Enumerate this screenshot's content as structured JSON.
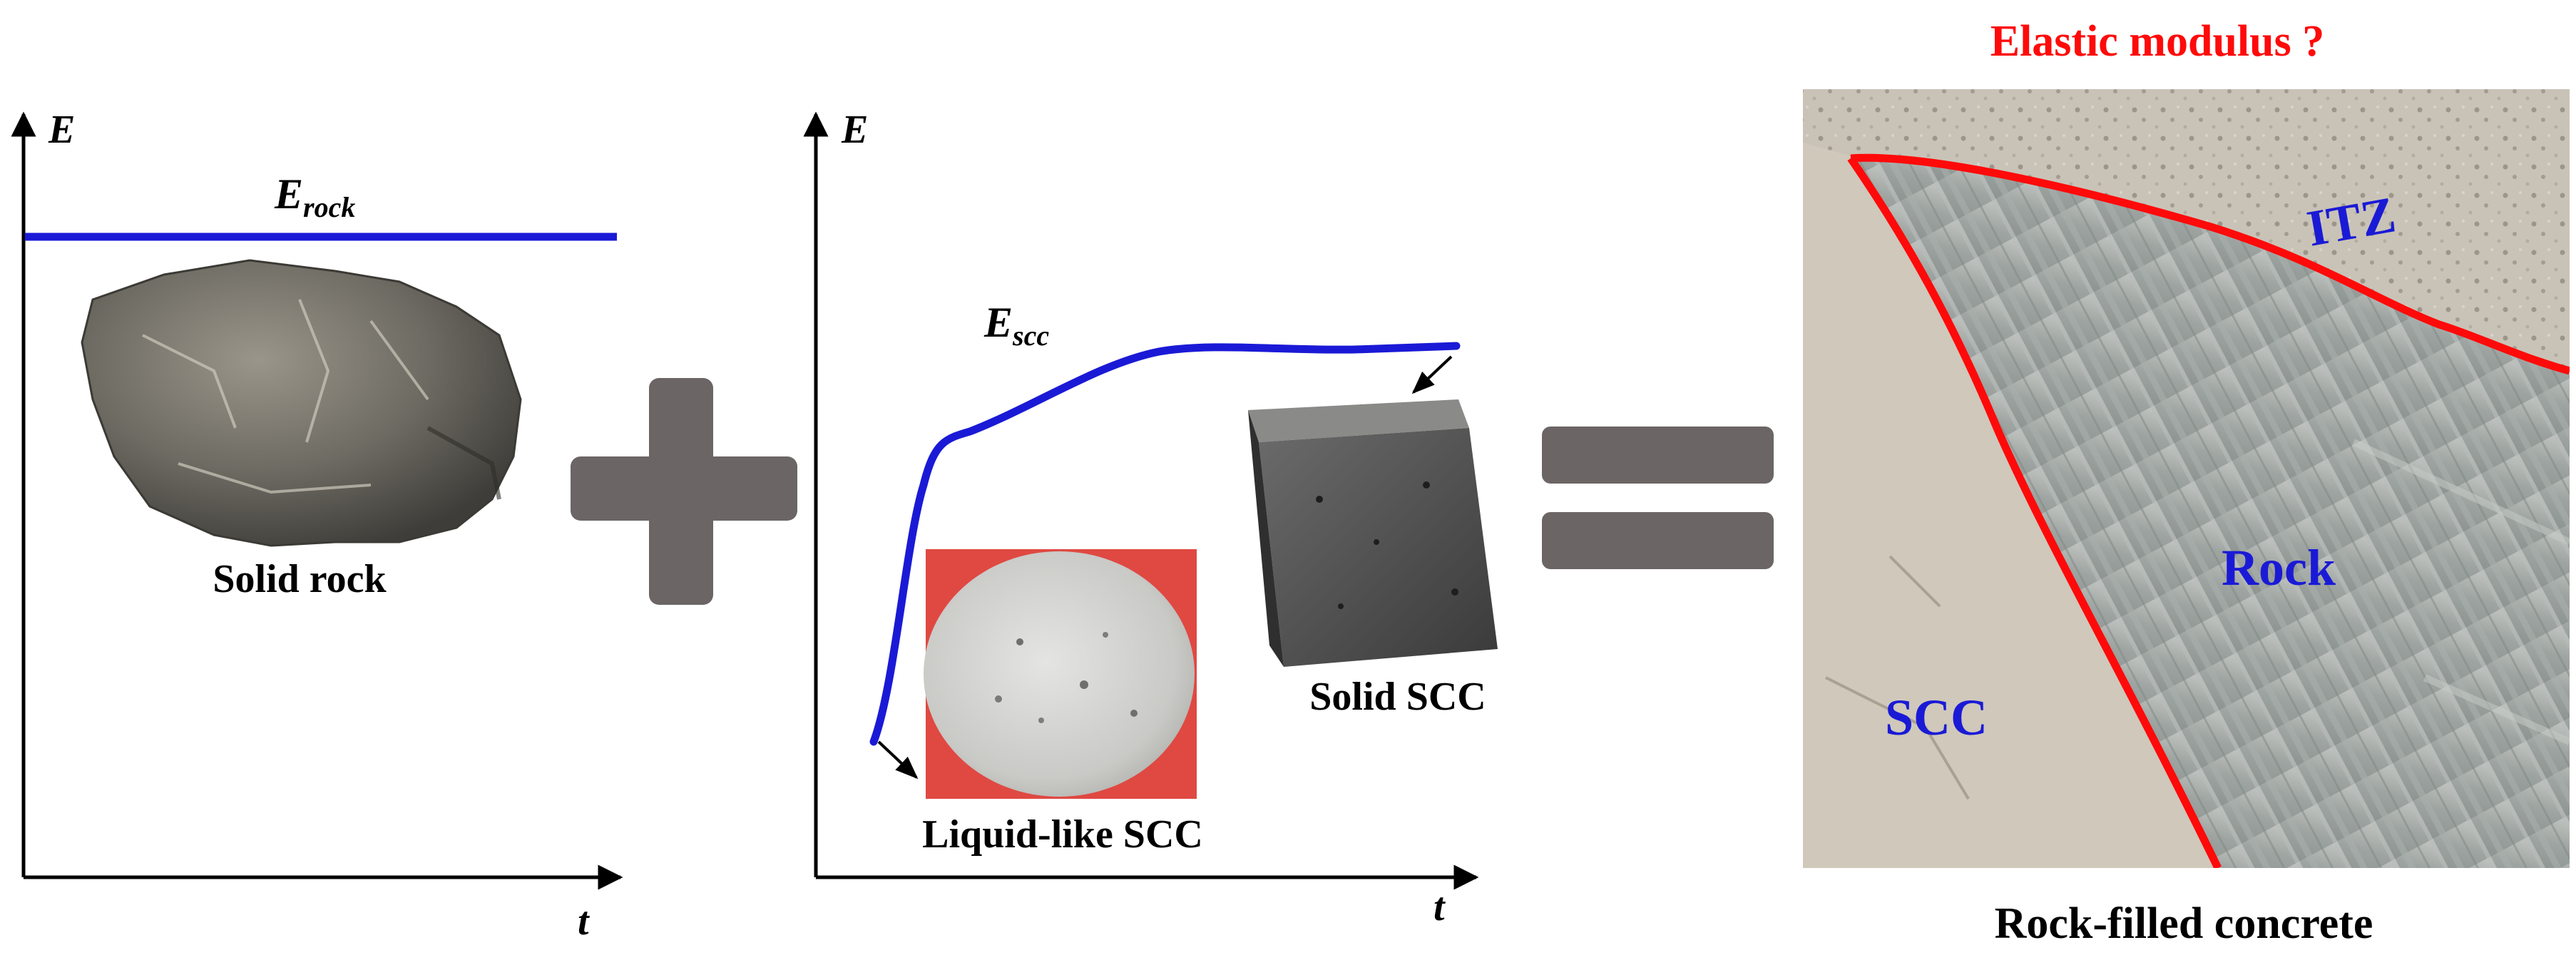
{
  "panel_rock": {
    "y_axis_label": "E",
    "x_axis_label": "t",
    "curve_label_main": "E",
    "curve_label_sub": "rock",
    "photo_caption": "Solid rock"
  },
  "operator_plus": "+",
  "panel_scc": {
    "y_axis_label": "E",
    "x_axis_label": "t",
    "curve_label_main": "E",
    "curve_label_sub": "scc",
    "liquid_caption": "Liquid-like SCC",
    "solid_caption": "Solid SCC"
  },
  "operator_equals": "=",
  "panel_composite": {
    "title": "Elastic modulus ?",
    "region_itz": "ITZ",
    "region_rock": "Rock",
    "region_scc": "SCC",
    "caption": "Rock-filled concrete"
  },
  "colors": {
    "curve": "#1a1ad6",
    "boundary": "#ff0a0a",
    "title": "#ff0a0a",
    "region_text": "#1a1ad6",
    "operator": "#6b6566",
    "axis": "#000000"
  },
  "icons": [
    "arrow-up-icon",
    "arrow-right-icon",
    "plus-icon",
    "equals-icon"
  ]
}
